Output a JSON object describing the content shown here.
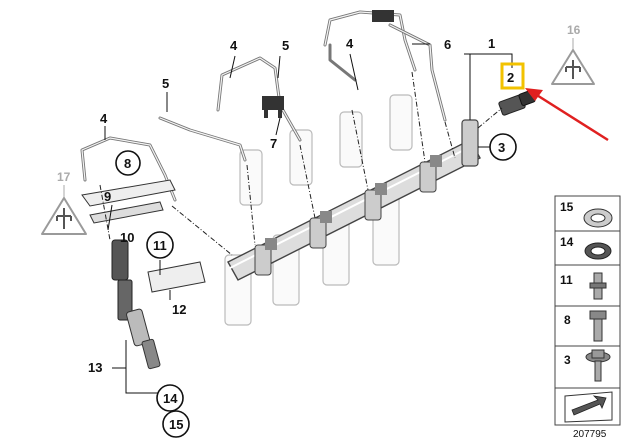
{
  "callouts": {
    "c1": "1",
    "c2": "2",
    "c3": "3",
    "c4a": "4",
    "c4b": "4",
    "c4c": "4",
    "c5a": "5",
    "c5b": "5",
    "c6": "6",
    "c7": "7",
    "c8": "8",
    "c9": "9",
    "c10": "10",
    "c11": "11",
    "c12": "12",
    "c13": "13",
    "c14": "14",
    "c15": "15",
    "c16": "16",
    "c17": "17"
  },
  "sidebar": {
    "items": [
      "15",
      "14",
      "11",
      "8",
      "3"
    ]
  },
  "reference_number": "207795",
  "colors": {
    "highlight_box": "#f2c200",
    "arrow": "#e02020",
    "warning_grey": "#9a9a9a",
    "line_grey": "#777777"
  },
  "icons": {
    "warning": "warning-triangle-icon",
    "nav": "arrow-nav-icon"
  }
}
